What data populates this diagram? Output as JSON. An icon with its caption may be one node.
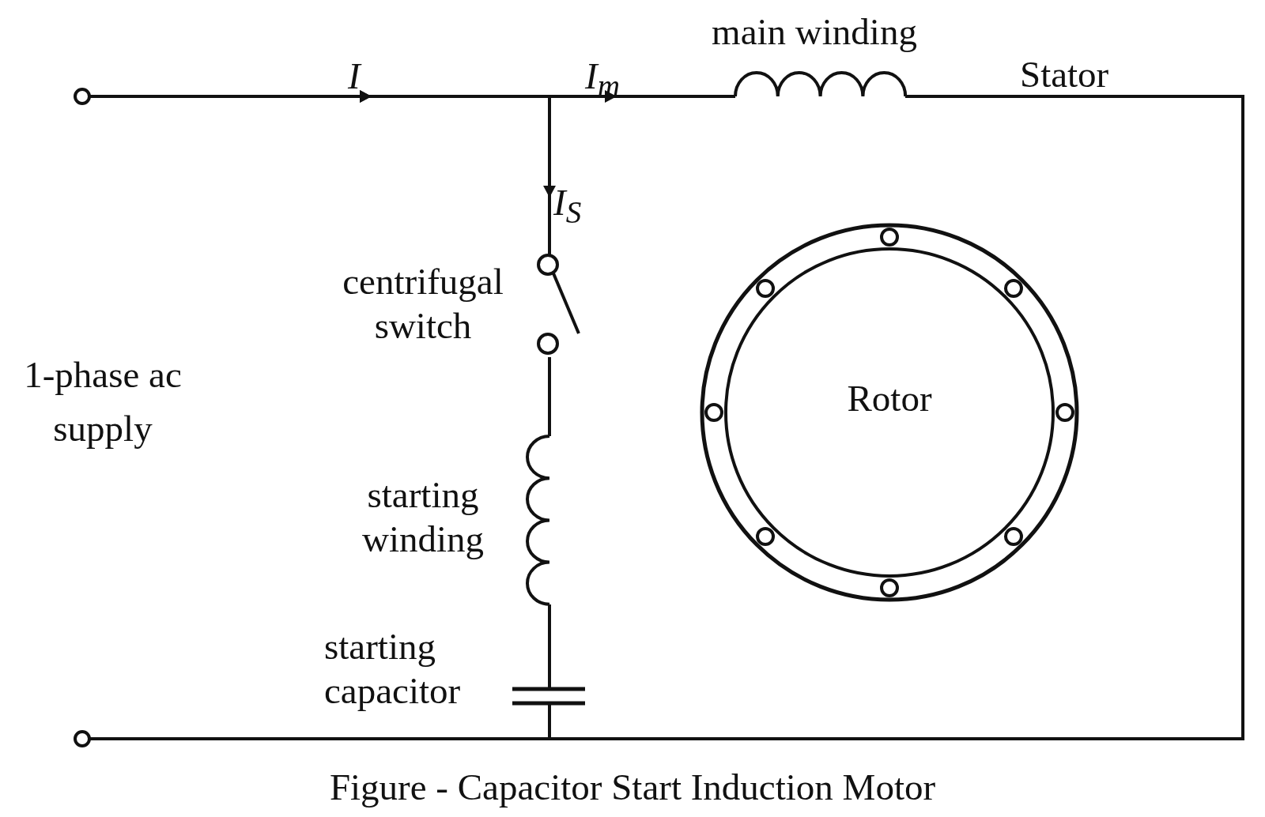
{
  "diagram": {
    "caption": "Figure - Capacitor Start Induction Motor",
    "nodes": [
      {
        "text": [],
        "shape": "circle"
      },
      {
        "text": [],
        "shape": "circle"
      },
      {
        "text": [
          "main winding"
        ]
      },
      {
        "text": [
          "centrifugal switch"
        ]
      },
      {
        "text": [
          "starting winding"
        ]
      },
      {
        "text": [
          "starting capacitor"
        ]
      },
      {
        "text": [
          "Rotor"
        ]
      }
    ],
    "edges": [
      {
        "from": 0,
        "to": 2,
        "arrow": "to"
      },
      {
        "from": 0,
        "to": 3,
        "arrow": "to"
      },
      {
        "from": 3,
        "to": 4,
        "arrow": "none"
      },
      {
        "from": 4,
        "to": 5,
        "arrow": "none"
      },
      {
        "from": 5,
        "to": 1,
        "arrow": "none"
      },
      {
        "from": 2,
        "to": 1,
        "arrow": "none"
      }
    ],
    "labels": [
      "I",
      "I$_{m}$",
      "I$_{S}$",
      "Stator",
      "1-phase ac supply"
    ]
  }
}
